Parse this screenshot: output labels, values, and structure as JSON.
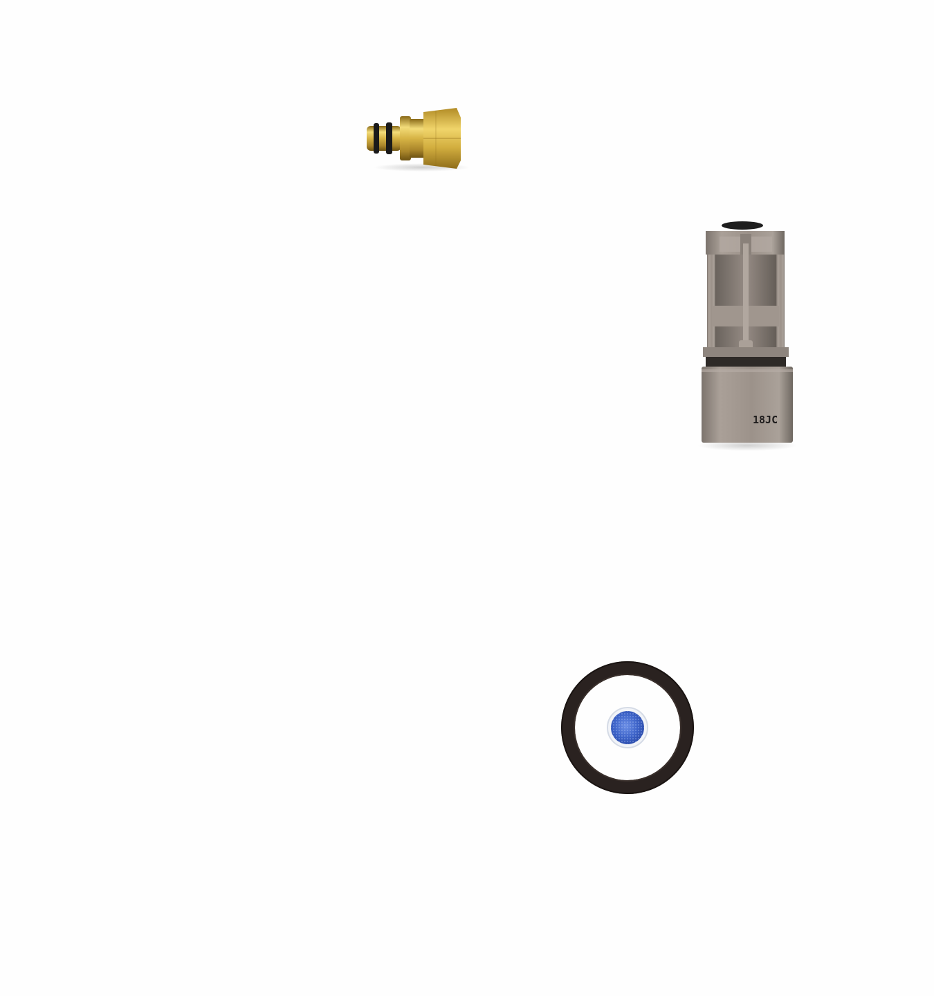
{
  "scene": {
    "background": "#fefefe",
    "parts": [
      {
        "id": "brass-fitting",
        "material_color": "#c9a53a",
        "oring_color": "#1a1a1a"
      },
      {
        "id": "valve-cartridge",
        "body_color": "#9a9088",
        "stamp_text": "18JC"
      },
      {
        "id": "rubber-washer",
        "color": "#2a2220"
      },
      {
        "id": "aerator-screen",
        "color": "#3d63c8"
      }
    ]
  }
}
